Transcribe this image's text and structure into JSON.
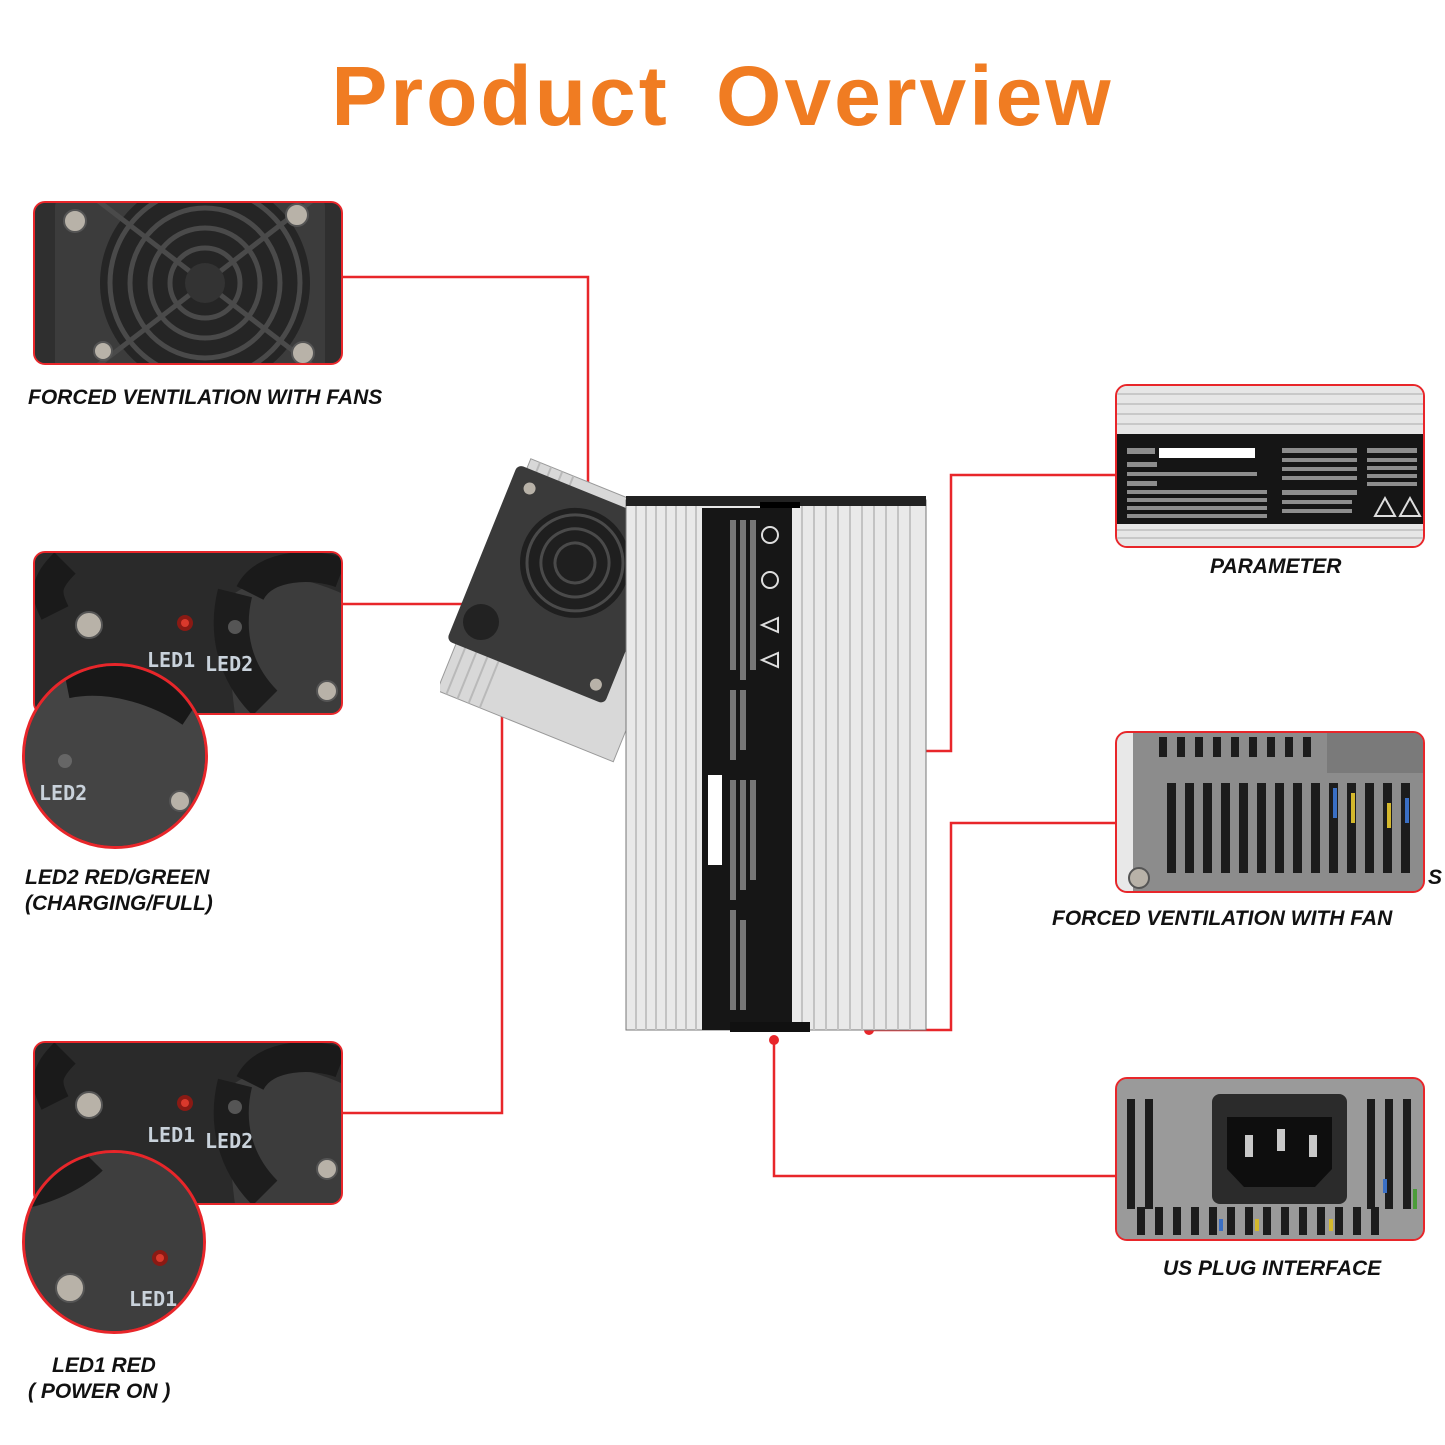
{
  "title": "Product Overview",
  "colors": {
    "title": "#f07c22",
    "callout_line": "#e8262a",
    "frame_border": "#e8262a",
    "caption": "#111111"
  },
  "callouts": {
    "fans_left": {
      "caption": "FORCED VENTILATION WITH FANS"
    },
    "led2": {
      "caption_line1": "LED2 RED/GREEN",
      "caption_line2": "(CHARGING/FULL)",
      "labels": [
        "LED1",
        "LED2"
      ],
      "zoom_label": "LED2"
    },
    "led1": {
      "caption_line1": "LED1 RED",
      "caption_line2": "( POWER ON )",
      "labels": [
        "LED1",
        "LED2"
      ],
      "zoom_label": "LED1"
    },
    "parameter": {
      "caption": "PARAMETER"
    },
    "fan_right": {
      "caption": "FORCED VENTILATION WITH FAN",
      "stray_letter": "S"
    },
    "plug": {
      "caption": "US PLUG INTERFACE"
    }
  }
}
